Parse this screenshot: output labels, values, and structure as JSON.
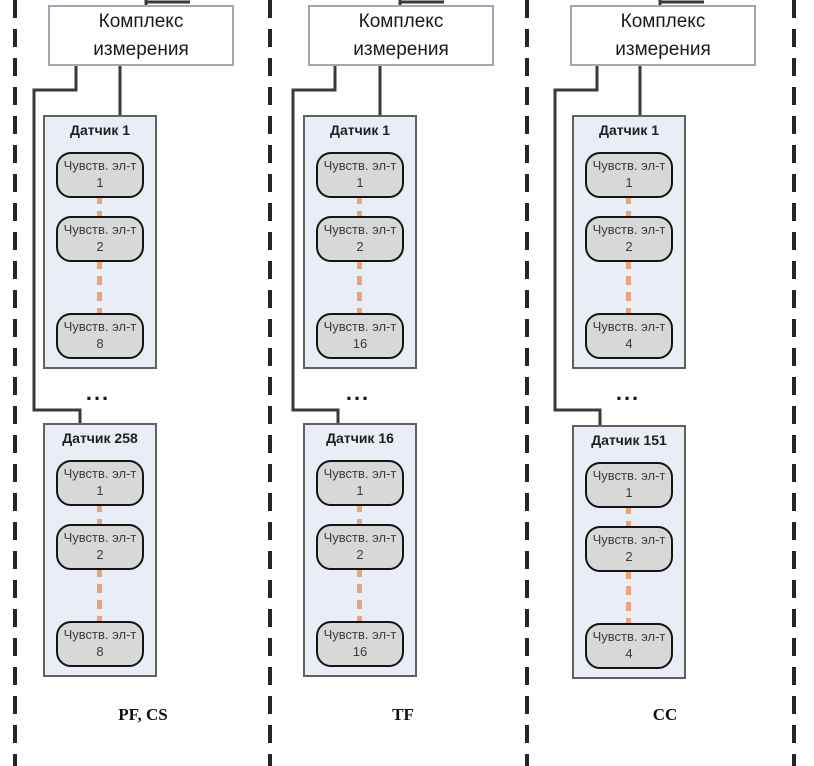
{
  "diagram": {
    "complex_label": "Комплекс измерения",
    "ellipsis": "...",
    "columns": [
      {
        "zone_label": "PF, CS",
        "sensors": [
          {
            "title": "Датчик 1",
            "elements": [
              "Чувств. эл-т 1",
              "Чувств. эл-т 2",
              "Чувств. эл-т 8"
            ]
          },
          {
            "title": "Датчик 258",
            "elements": [
              "Чувств. эл-т 1",
              "Чувств. эл-т 2",
              "Чувств. эл-т 8"
            ]
          }
        ]
      },
      {
        "zone_label": "TF",
        "sensors": [
          {
            "title": "Датчик 1",
            "elements": [
              "Чувств. эл-т 1",
              "Чувств. эл-т 2",
              "Чувств. эл-т 16"
            ]
          },
          {
            "title": "Датчик 16",
            "elements": [
              "Чувств. эл-т 1",
              "Чувств. эл-т 2",
              "Чувств. эл-т 16"
            ]
          }
        ]
      },
      {
        "zone_label": "CC",
        "sensors": [
          {
            "title": "Датчик 1",
            "elements": [
              "Чувств. эл-т 1",
              "Чувств. эл-т 2",
              "Чувств. эл-т 4"
            ]
          },
          {
            "title": "Датчик 151",
            "elements": [
              "Чувств. эл-т 1",
              "Чувств. эл-т 2",
              "Чувств. эл-т 4"
            ]
          }
        ]
      }
    ],
    "colors": {
      "sensor_fill": "#e9edf6",
      "element_fill": "#d8d8d8",
      "element_chain_accent": "#e9a47c",
      "connector": "#3a3a3a",
      "zone_divider": "#262626",
      "complex_border": "#9fa8b4"
    }
  }
}
